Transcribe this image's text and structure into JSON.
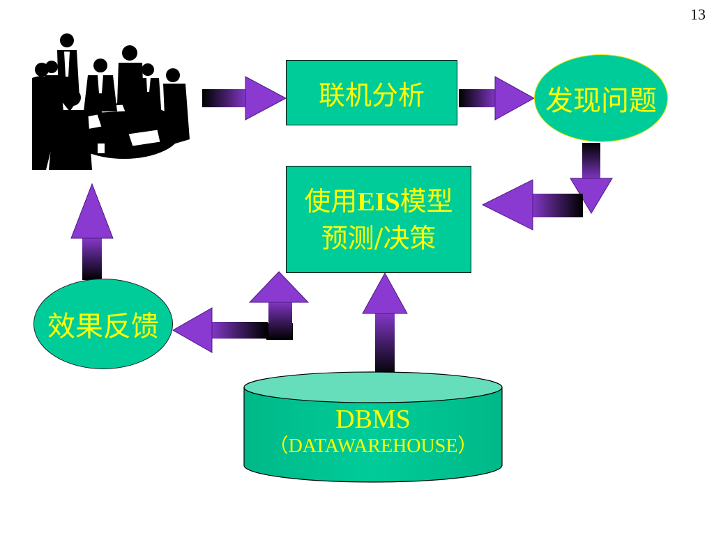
{
  "page_number": "13",
  "nodes": {
    "online_analysis": "联机分析",
    "discover_problem": "发现问题",
    "eis_line1_prefix": "使用",
    "eis_line1_bold": "EIS",
    "eis_line1_suffix": "模型",
    "eis_line2": "预测/决策",
    "feedback": "效果反馈",
    "dbms": "DBMS",
    "datawarehouse": "（DATAWAREHOUSE）"
  },
  "colors": {
    "box_fill": "#00cc99",
    "text": "#ffff00",
    "arrow_head": "#7a2fc0",
    "arrow_body": "#000000"
  },
  "icons": {
    "meeting": "people-meeting-clipart"
  }
}
